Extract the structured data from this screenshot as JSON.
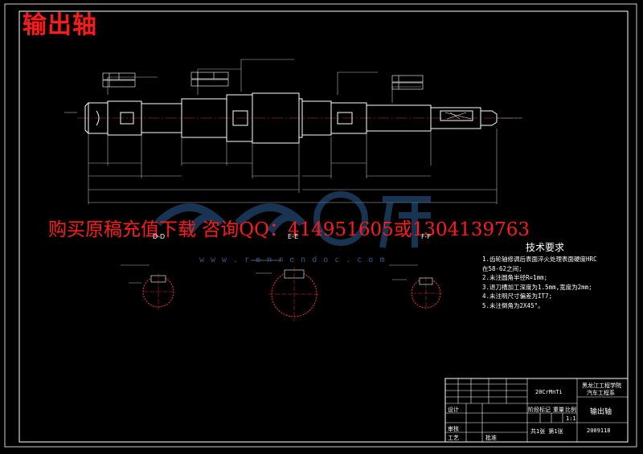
{
  "header": {
    "title": "输出轴"
  },
  "banner": {
    "purchase_text": "购买原稿充值下载 咨询QQ：414951605或1304139763"
  },
  "watermark": {
    "url_text": "www.renrendoc.com"
  },
  "sections": {
    "d": "D-D",
    "e": "E-E",
    "f": "F-F"
  },
  "tech_requirements": {
    "title": "技术要求",
    "items": [
      "1.齿轮轴修调后表面淬火处理表面硬度HRC",
      "  在58-62之间;",
      "2.未注圆角半径R=1mm;",
      "3.退刀槽加工深度为1.5mm,宽度为2mm;",
      "4.未注明尺寸偏差为IT7;",
      "5.未注倒角为2X45°。"
    ]
  },
  "title_block": {
    "material": "20CrMnTi",
    "school": "黑龙江工程学院",
    "dept": "汽车工程系",
    "part_name": "输出轴",
    "drawing_no": "2009118",
    "scale": "1:1",
    "sheet": "共1张  第1张",
    "col_stage": "阶段标记",
    "col_weight": "重量",
    "col_scale": "比例",
    "row_design": "设计",
    "row_check": "审核",
    "row_process": "工艺",
    "row_approve": "批准"
  },
  "colors": {
    "line": "#ffffff",
    "accent": "#ff2020",
    "dim": "#b8b8b8"
  }
}
